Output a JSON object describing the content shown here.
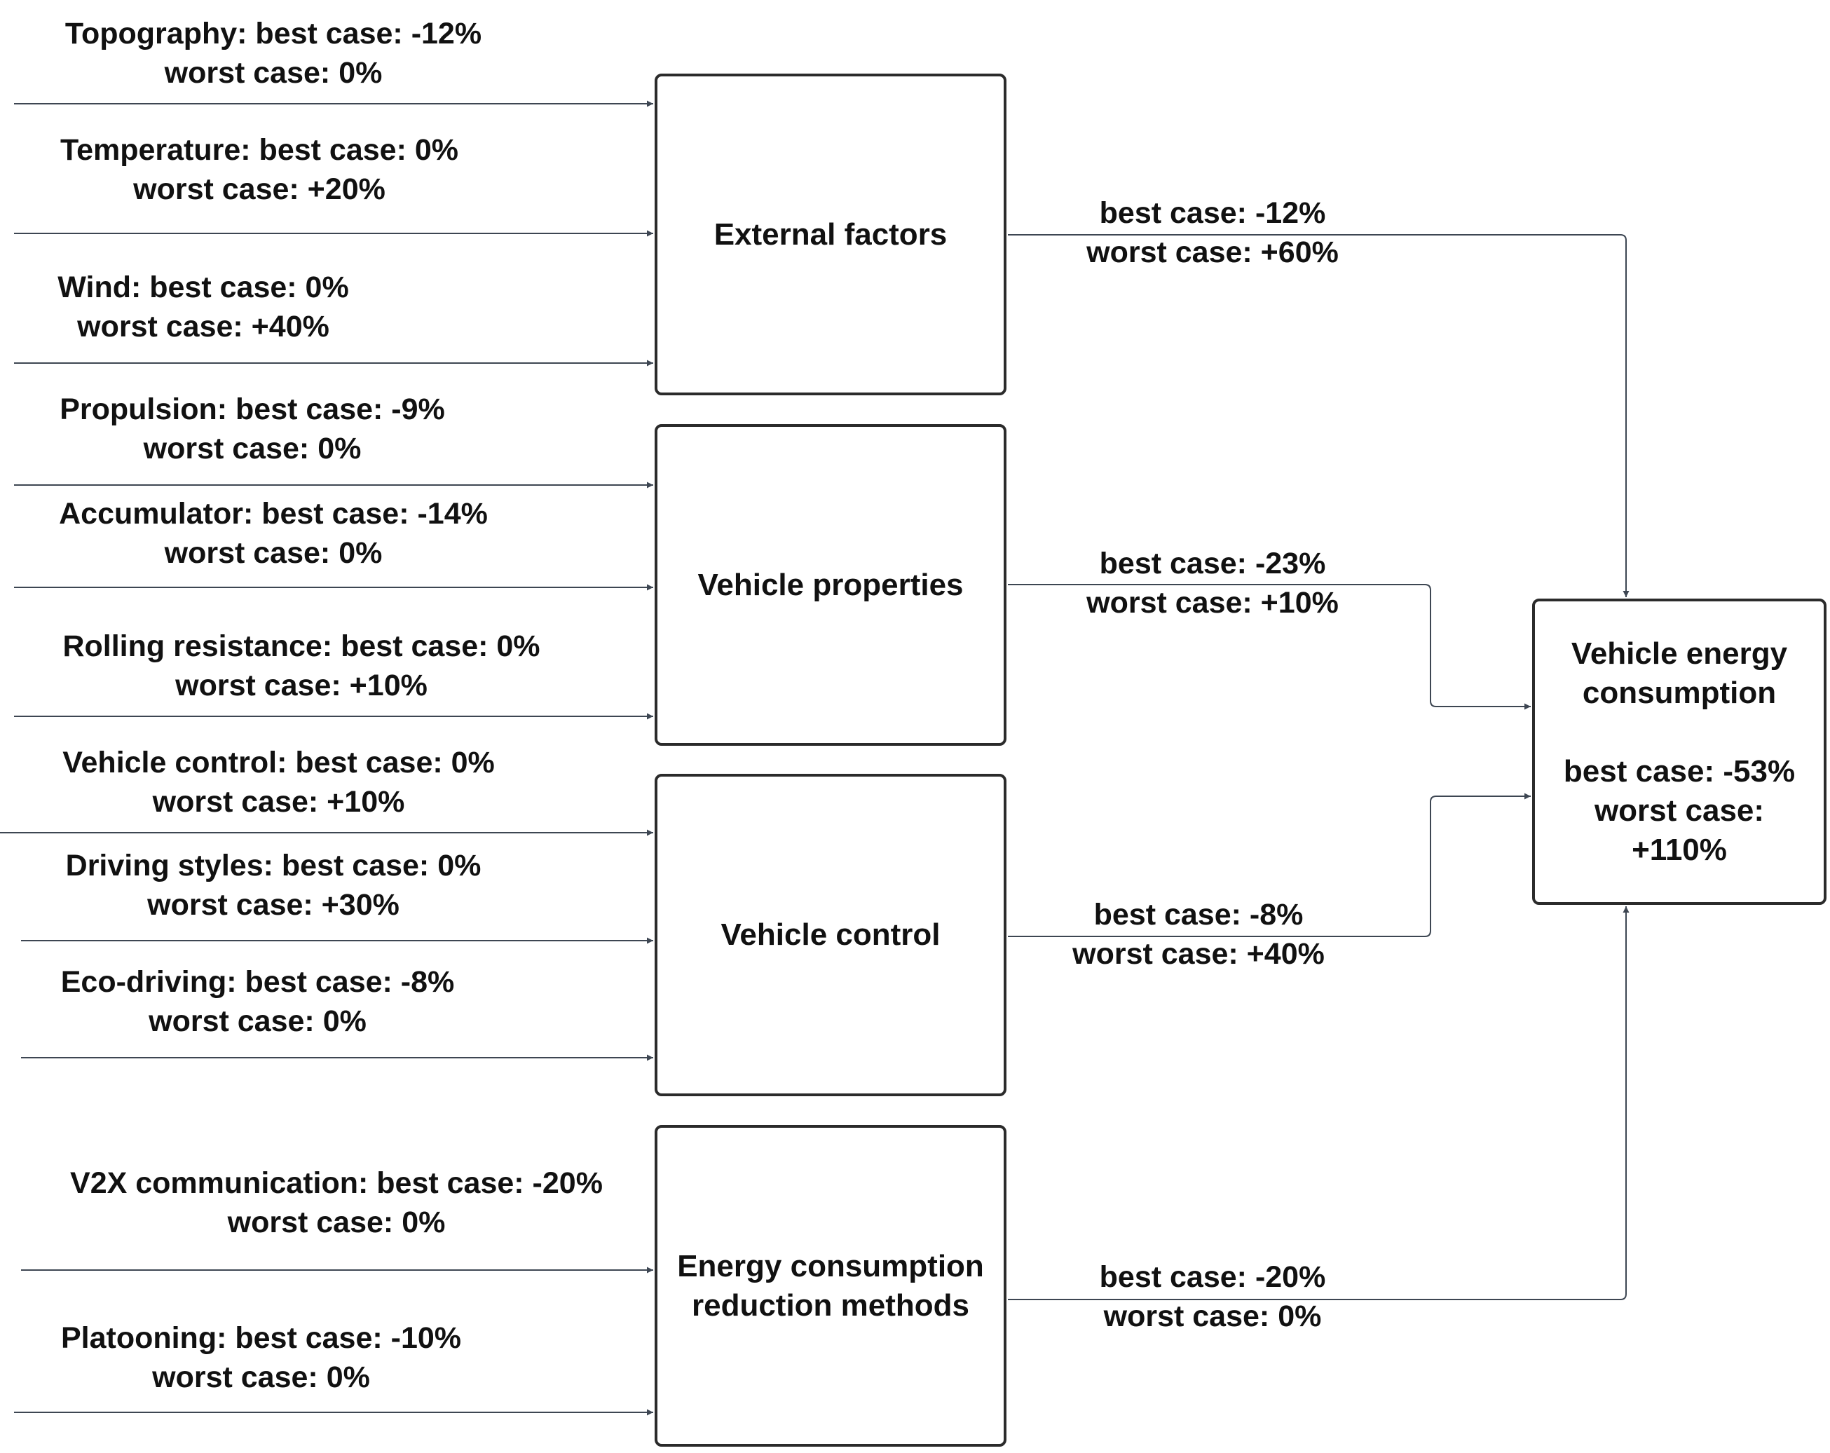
{
  "colors": {
    "line": "#3d4652",
    "box_border": "#2b2b2b",
    "text": "#111111",
    "background": "#ffffff"
  },
  "inputs": [
    {
      "name": "Topography",
      "line1": "Topography: best case: -12%",
      "line2": "worst case: 0%",
      "best_pct": -12,
      "worst_pct": 0,
      "group": "External factors"
    },
    {
      "name": "Temperature",
      "line1": "Temperature: best case: 0%",
      "line2": "worst case: +20%",
      "best_pct": 0,
      "worst_pct": 20,
      "group": "External factors"
    },
    {
      "name": "Wind",
      "line1": "Wind: best case: 0%",
      "line2": "worst case: +40%",
      "best_pct": 0,
      "worst_pct": 40,
      "group": "External factors"
    },
    {
      "name": "Propulsion",
      "line1": "Propulsion: best case: -9%",
      "line2": "worst case: 0%",
      "best_pct": -9,
      "worst_pct": 0,
      "group": "Vehicle properties"
    },
    {
      "name": "Accumulator",
      "line1": "Accumulator: best case: -14%",
      "line2": "worst case: 0%",
      "best_pct": -14,
      "worst_pct": 0,
      "group": "Vehicle properties"
    },
    {
      "name": "Rolling resistance",
      "line1": "Rolling resistance: best case: 0%",
      "line2": "worst case: +10%",
      "best_pct": 0,
      "worst_pct": 10,
      "group": "Vehicle properties"
    },
    {
      "name": "Vehicle control",
      "line1": "Vehicle control: best case: 0%",
      "line2": "worst case: +10%",
      "best_pct": 0,
      "worst_pct": 10,
      "group": "Vehicle control"
    },
    {
      "name": "Driving styles",
      "line1": "Driving styles: best case: 0%",
      "line2": "worst case: +30%",
      "best_pct": 0,
      "worst_pct": 30,
      "group": "Vehicle control"
    },
    {
      "name": "Eco-driving",
      "line1": "Eco-driving: best case: -8%",
      "line2": "worst case: 0%",
      "best_pct": -8,
      "worst_pct": 0,
      "group": "Vehicle control"
    },
    {
      "name": "V2X communication",
      "line1": "V2X communication: best case: -20%",
      "line2": "worst case: 0%",
      "best_pct": -20,
      "worst_pct": 0,
      "group": "Energy consumption reduction methods"
    },
    {
      "name": "Platooning",
      "line1": "Platooning: best case: -10%",
      "line2": "worst case: 0%",
      "best_pct": -10,
      "worst_pct": 0,
      "group": "Energy consumption reduction methods"
    }
  ],
  "groups": [
    {
      "title_line1": "External factors",
      "title_line2": "",
      "out_line1": "best case: -12%",
      "out_line2": "worst case: +60%",
      "best_pct": -12,
      "worst_pct": 60
    },
    {
      "title_line1": "Vehicle properties",
      "title_line2": "",
      "out_line1": "best case: -23%",
      "out_line2": "worst case: +10%",
      "best_pct": -23,
      "worst_pct": 10
    },
    {
      "title_line1": "Vehicle control",
      "title_line2": "",
      "out_line1": "best case: -8%",
      "out_line2": "worst case: +40%",
      "best_pct": -8,
      "worst_pct": 40
    },
    {
      "title_line1": "Energy consumption",
      "title_line2": "reduction methods",
      "out_line1": "best case: -20%",
      "out_line2": "worst case: 0%",
      "best_pct": -20,
      "worst_pct": 0
    }
  ],
  "result": {
    "line1": "Vehicle energy",
    "line2": "consumption",
    "line3": "best case: -53%",
    "line4": "worst case:",
    "line5": "+110%",
    "best_pct": -53,
    "worst_pct": 110
  }
}
